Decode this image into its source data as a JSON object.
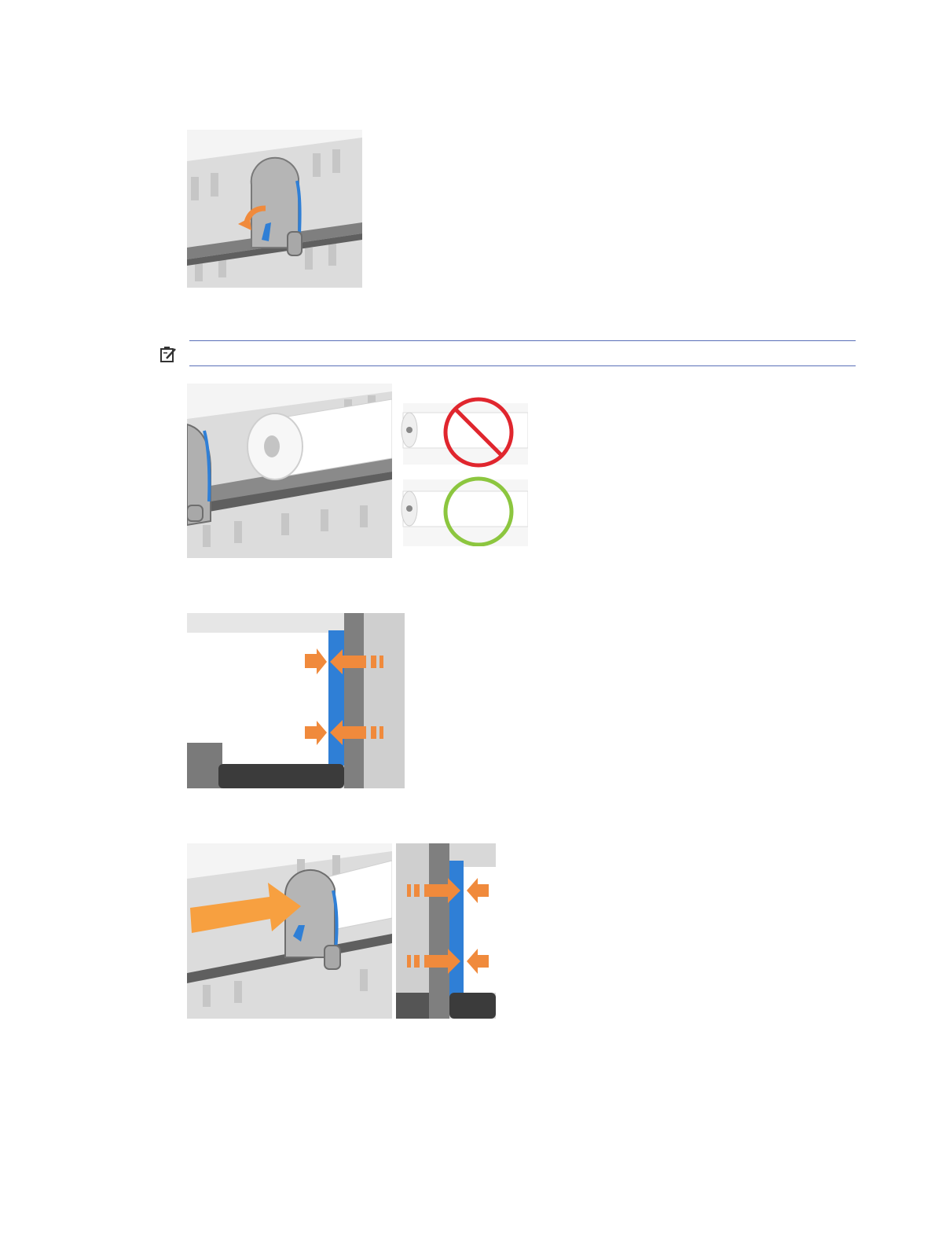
{
  "document": {
    "page_background": "#ffffff",
    "accent_blue": "#2f7fd6",
    "accent_orange": "#f08a3c",
    "figures": [
      {
        "id": "fig-1",
        "content": "spindle-stop-lever"
      },
      {
        "id": "fig-2",
        "content": "roll-placement"
      },
      {
        "id": "fig-3",
        "content": "roll-edge-alignment"
      },
      {
        "id": "fig-4",
        "content": "push-spindle-stop"
      }
    ],
    "note": {
      "icon": "important-note-icon",
      "rule_color": "#5a6fb8"
    },
    "roll_indicators": {
      "wrong_color": "#e0262e",
      "right_color": "#8cc63f"
    }
  }
}
